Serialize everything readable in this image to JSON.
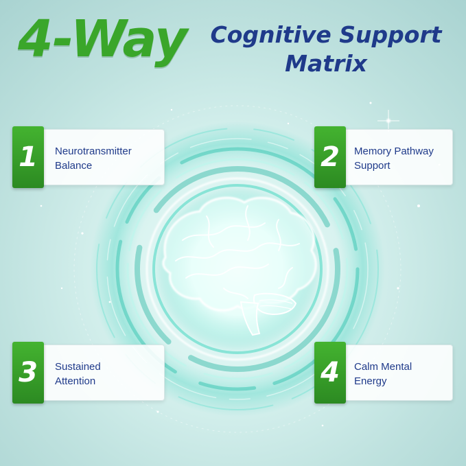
{
  "header": {
    "big_title": "4-Way",
    "subtitle_line1": "Cognitive Support",
    "subtitle_line2": "Matrix"
  },
  "colors": {
    "green": "#3aa62a",
    "navy": "#1f3a8a",
    "teal_glow": "#5fe3d2"
  },
  "cards": [
    {
      "number": "1",
      "line1": "Neurotransmitter",
      "line2": "Balance"
    },
    {
      "number": "2",
      "line1": "Memory Pathway",
      "line2": "Support"
    },
    {
      "number": "3",
      "line1": "Sustained",
      "line2": "Attention"
    },
    {
      "number": "4",
      "line1": "Calm Mental",
      "line2": "Energy"
    }
  ],
  "center_icon": "glowing-brain-icon"
}
